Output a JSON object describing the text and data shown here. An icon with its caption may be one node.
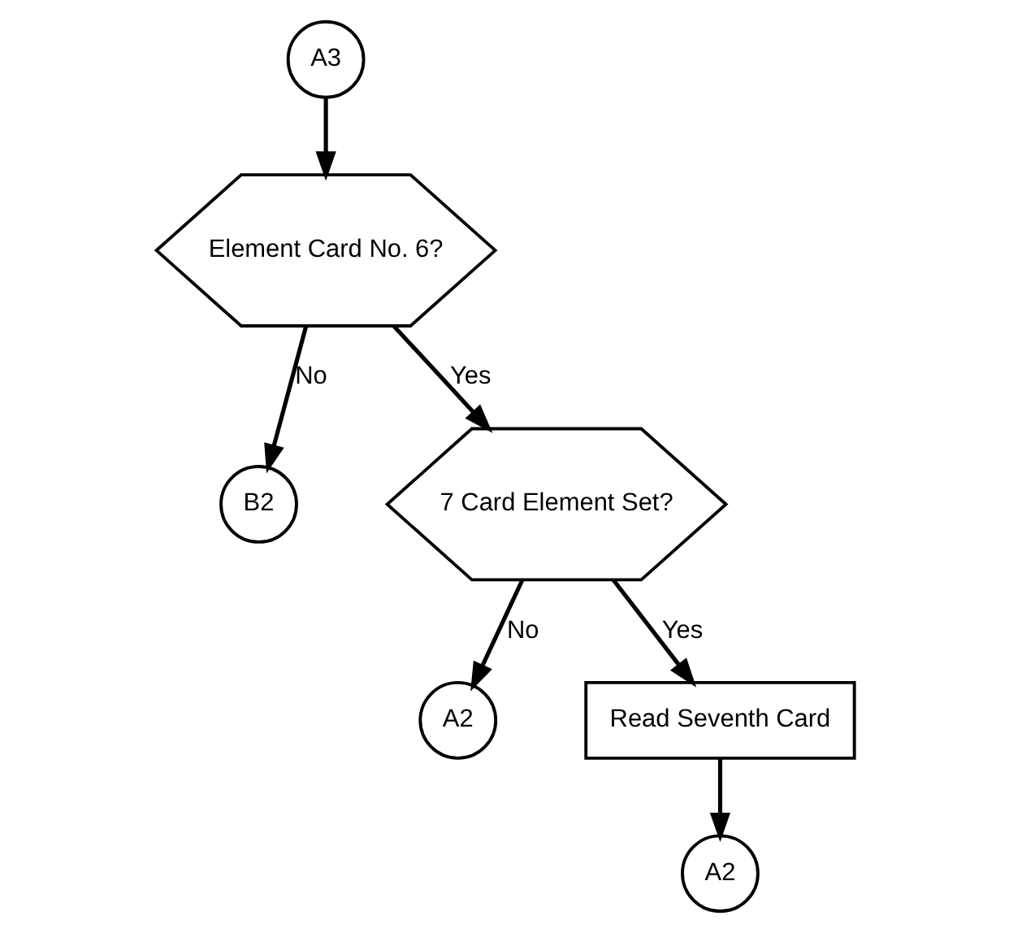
{
  "diagram": {
    "nodes": [
      {
        "text": [
          "A3"
        ]
      },
      {
        "text": [
          "Element Card No. 6?"
        ]
      },
      {
        "text": [
          "B2"
        ]
      },
      {
        "text": [
          "7 Card Element Set?"
        ]
      },
      {
        "text": [
          "A2"
        ]
      },
      {
        "text": [
          "Read Seventh Card"
        ]
      },
      {
        "text": [
          "A2"
        ]
      }
    ],
    "edges": [
      {
        "from": 0,
        "to": 1,
        "arrow": "to"
      },
      {
        "from": 1,
        "to": 2,
        "arrow": "to",
        "label": "No"
      },
      {
        "from": 1,
        "to": 3,
        "arrow": "to",
        "label": "Yes"
      },
      {
        "from": 3,
        "to": 4,
        "arrow": "to",
        "label": "No"
      },
      {
        "from": 3,
        "to": 5,
        "arrow": "to",
        "label": "Yes"
      },
      {
        "from": 5,
        "to": 6,
        "arrow": "to"
      }
    ]
  }
}
